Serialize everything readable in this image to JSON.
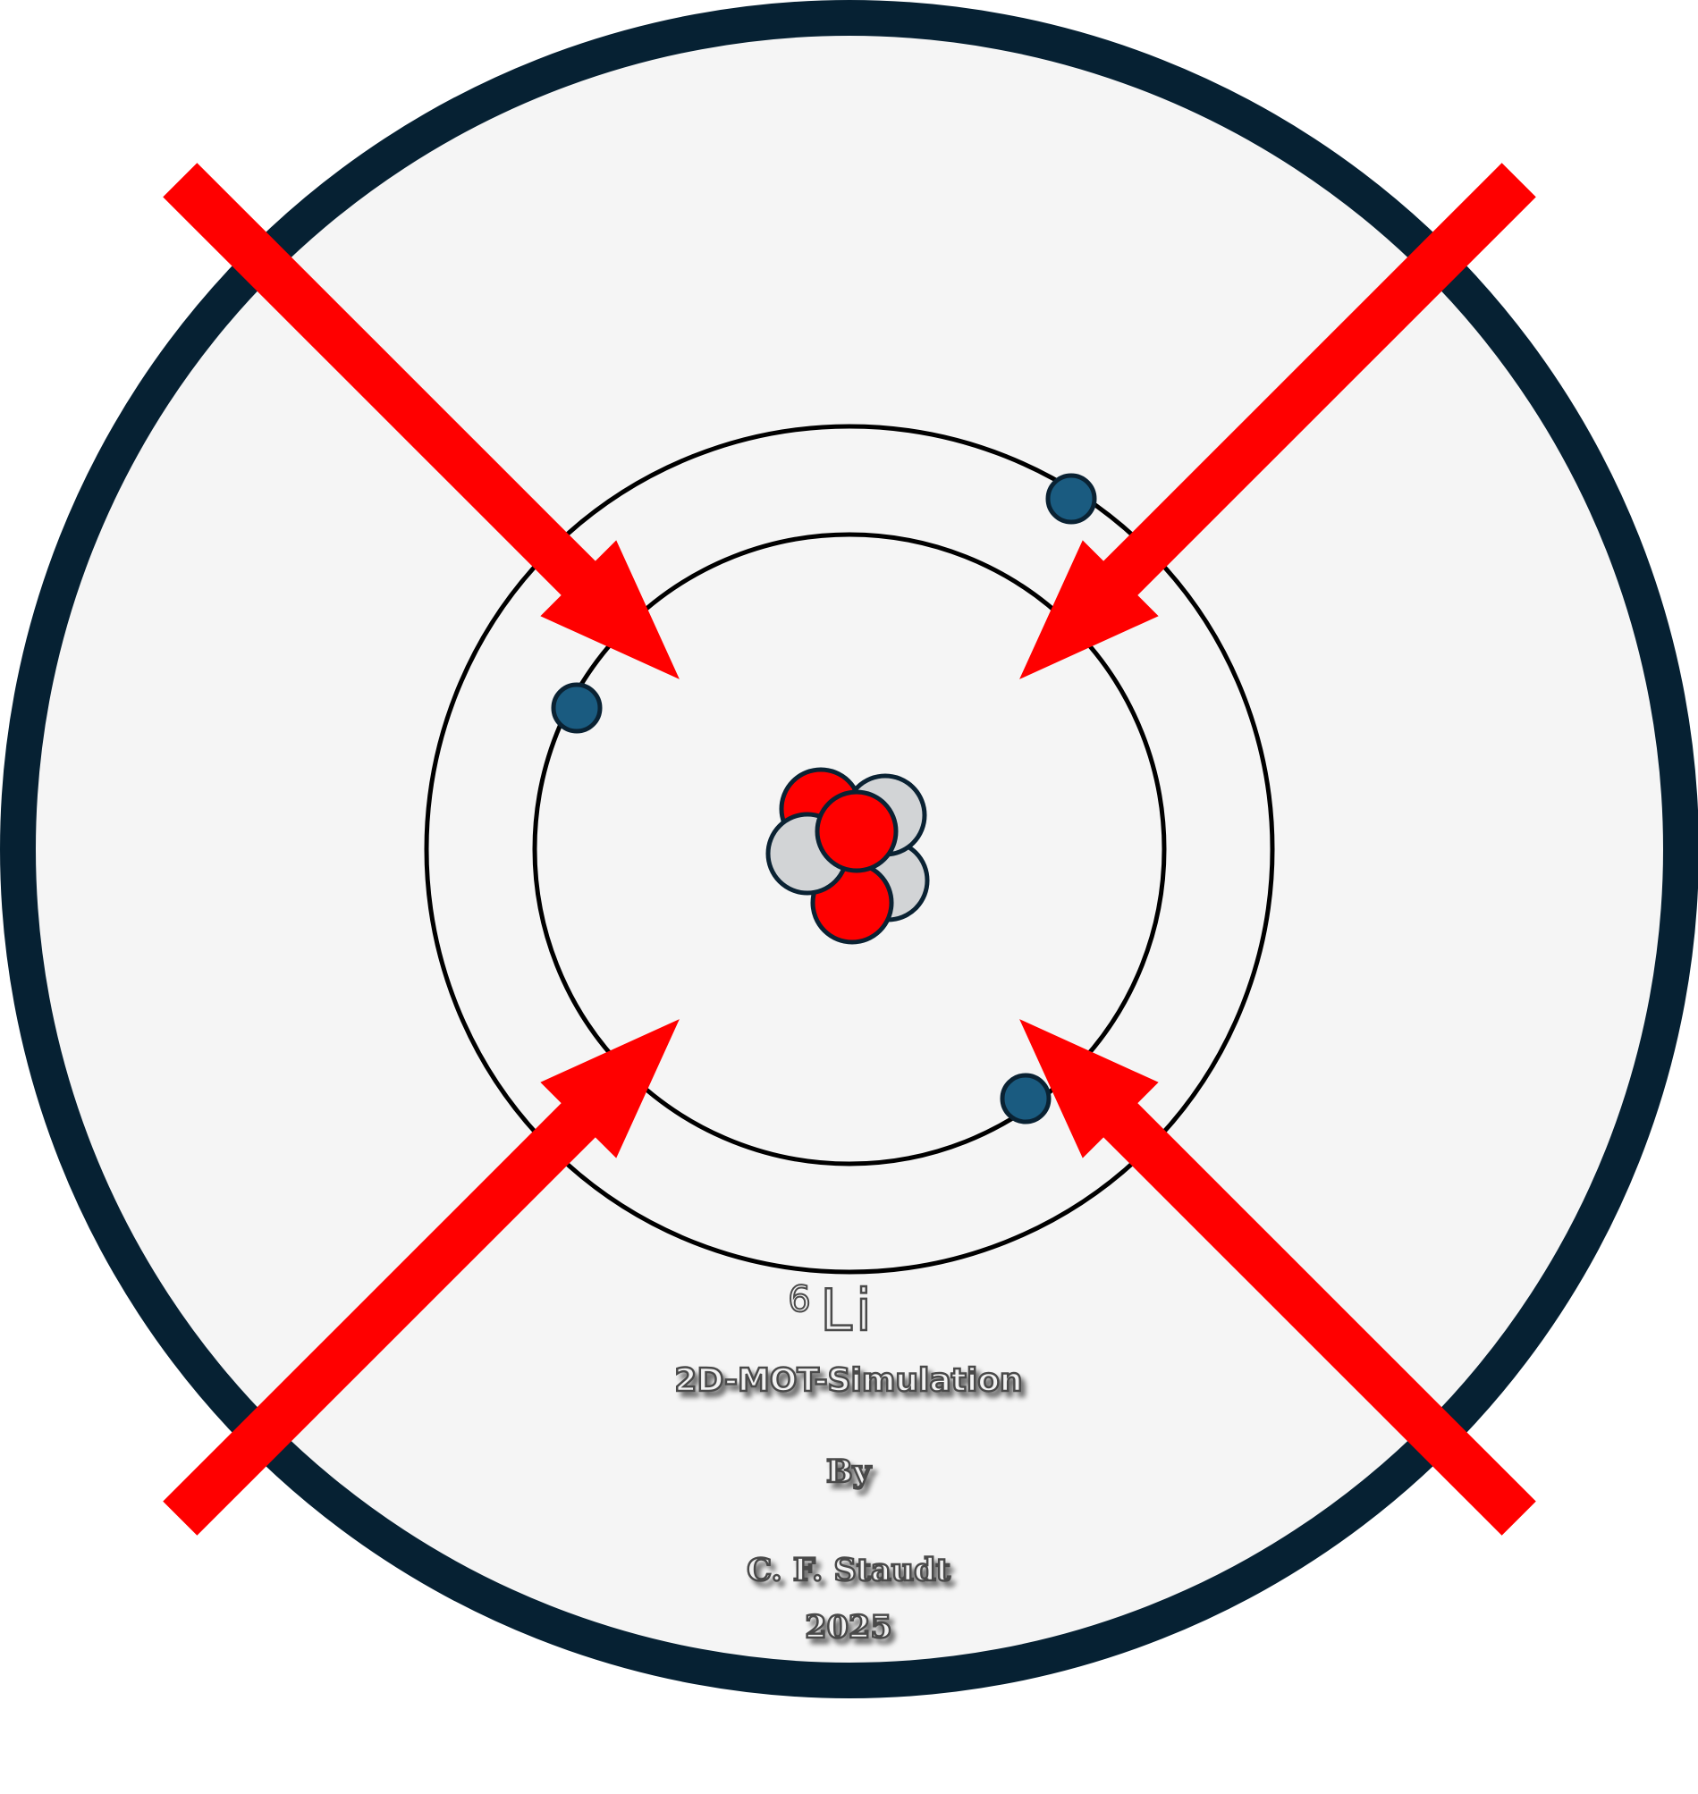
{
  "colors": {
    "background": "#ffffff",
    "disk_fill": "#f5f5f5",
    "disk_ring": "#062133",
    "arrow": "#ff0000",
    "orbit": "#000000",
    "electron": "#1a5b80",
    "proton": "#ff0000",
    "neutron": "#d2d4d6",
    "outline": "#0a2233",
    "text_fill": "#f2f2f2",
    "text_outline": "#4a4a4a"
  },
  "element": {
    "mass_number": "6",
    "symbol": "Li"
  },
  "title": "2D-MOT-Simulation",
  "byline": "By",
  "author": "C. F. Staudt",
  "year": "2025",
  "icons": {
    "arrows": "laser-beam-arrow-icon",
    "atom": "lithium-atom-icon"
  }
}
